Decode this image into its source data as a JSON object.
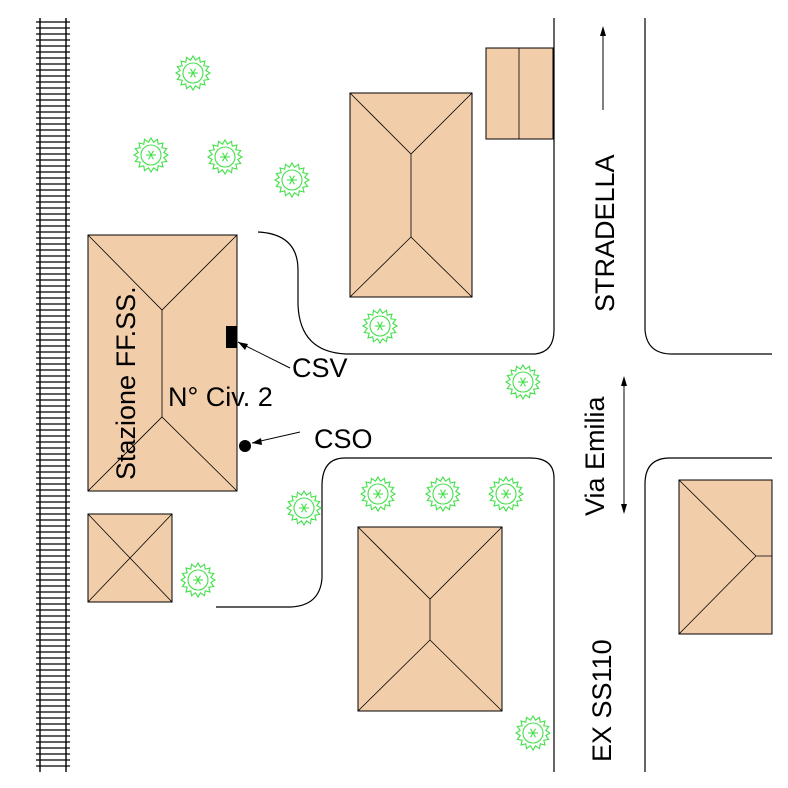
{
  "map": {
    "colors": {
      "building": "#F2CDAA",
      "tree": "#44E04A",
      "line": "#000000",
      "background": "#FFFFFF"
    },
    "street_labels": {
      "stradella": "STRADELLA",
      "via_emilia": "Via Emilia",
      "ex_ss110": "EX SS110"
    },
    "station": {
      "name": "Stazione FF.SS.",
      "civic_number": "N° Civ. 2"
    },
    "markers": {
      "csv": "CSV",
      "cso": "CSO"
    },
    "icons": [
      "railway-track-icon",
      "tree-icon",
      "direction-arrow-icon",
      "valve-marker-icon",
      "manhole-marker-icon"
    ]
  }
}
